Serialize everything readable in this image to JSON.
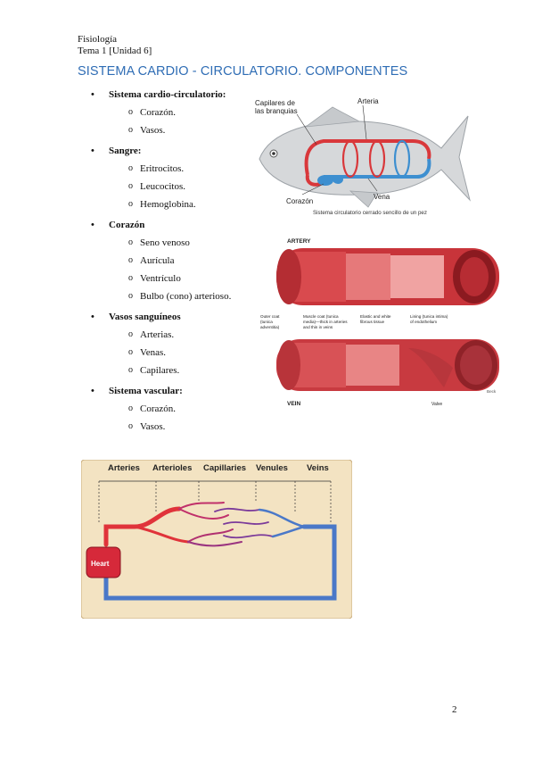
{
  "header": {
    "line1": "Fisiología",
    "line2": "Tema 1 [Unidad 6]"
  },
  "title": "SISTEMA CARDIO - CIRCULATORIO. COMPONENTES",
  "sections": [
    {
      "label": "Sistema cardio-circulatorio:",
      "items": [
        "Corazón.",
        "Vasos."
      ]
    },
    {
      "label": "Sangre:",
      "items": [
        "Eritrocitos.",
        "Leucocitos.",
        "Hemoglobina."
      ]
    },
    {
      "label": "Corazón",
      "items": [
        "Seno venoso",
        "Aurícula",
        "Ventrículo",
        " Bulbo (cono) arterioso."
      ]
    },
    {
      "label": "Vasos sanguíneos",
      "items": [
        "Arterias.",
        "Venas.",
        "Capilares."
      ]
    },
    {
      "label": "Sistema vascular:",
      "items": [
        "Corazón.",
        "Vasos."
      ]
    }
  ],
  "fish_figure": {
    "labels": {
      "capillaries_line1": "Capilares de",
      "capillaries_line2": "las branquias",
      "artery": "Arteria",
      "heart": "Corazón",
      "vein": "Vena",
      "caption": "Sistema circulatorio cerrado sencillo de un pez"
    },
    "colors": {
      "artery": "#d9383b",
      "vein": "#3d8fd0"
    }
  },
  "vessel_figure": {
    "labels": {
      "artery": "ARTERY",
      "vein": "VEIN",
      "outer_coat_1": "Outer coat",
      "outer_coat_2": "(tunica",
      "outer_coat_3": "adventitia)",
      "muscle_1": "Muscle coat (tunica",
      "muscle_2": "media)—thick in arteries",
      "muscle_3": "and thin in veins",
      "elastic_1": "Elastic and white",
      "elastic_2": "fibrous tissue",
      "lining_1": "Lining (tunica intima)",
      "lining_2": "of endothelium",
      "valve": "Valve",
      "signature": "Beck"
    }
  },
  "circulation_figure": {
    "labels": {
      "arteries": "Arteries",
      "arterioles": "Arterioles",
      "capillaries": "Capillaries",
      "venules": "Venules",
      "veins": "Veins",
      "heart": "Heart"
    },
    "colors": {
      "panel": "#f3e3c2",
      "artery": "#e0333a",
      "vein": "#4a78c8",
      "mix": "#7b3a9a"
    }
  },
  "page_number": "2"
}
